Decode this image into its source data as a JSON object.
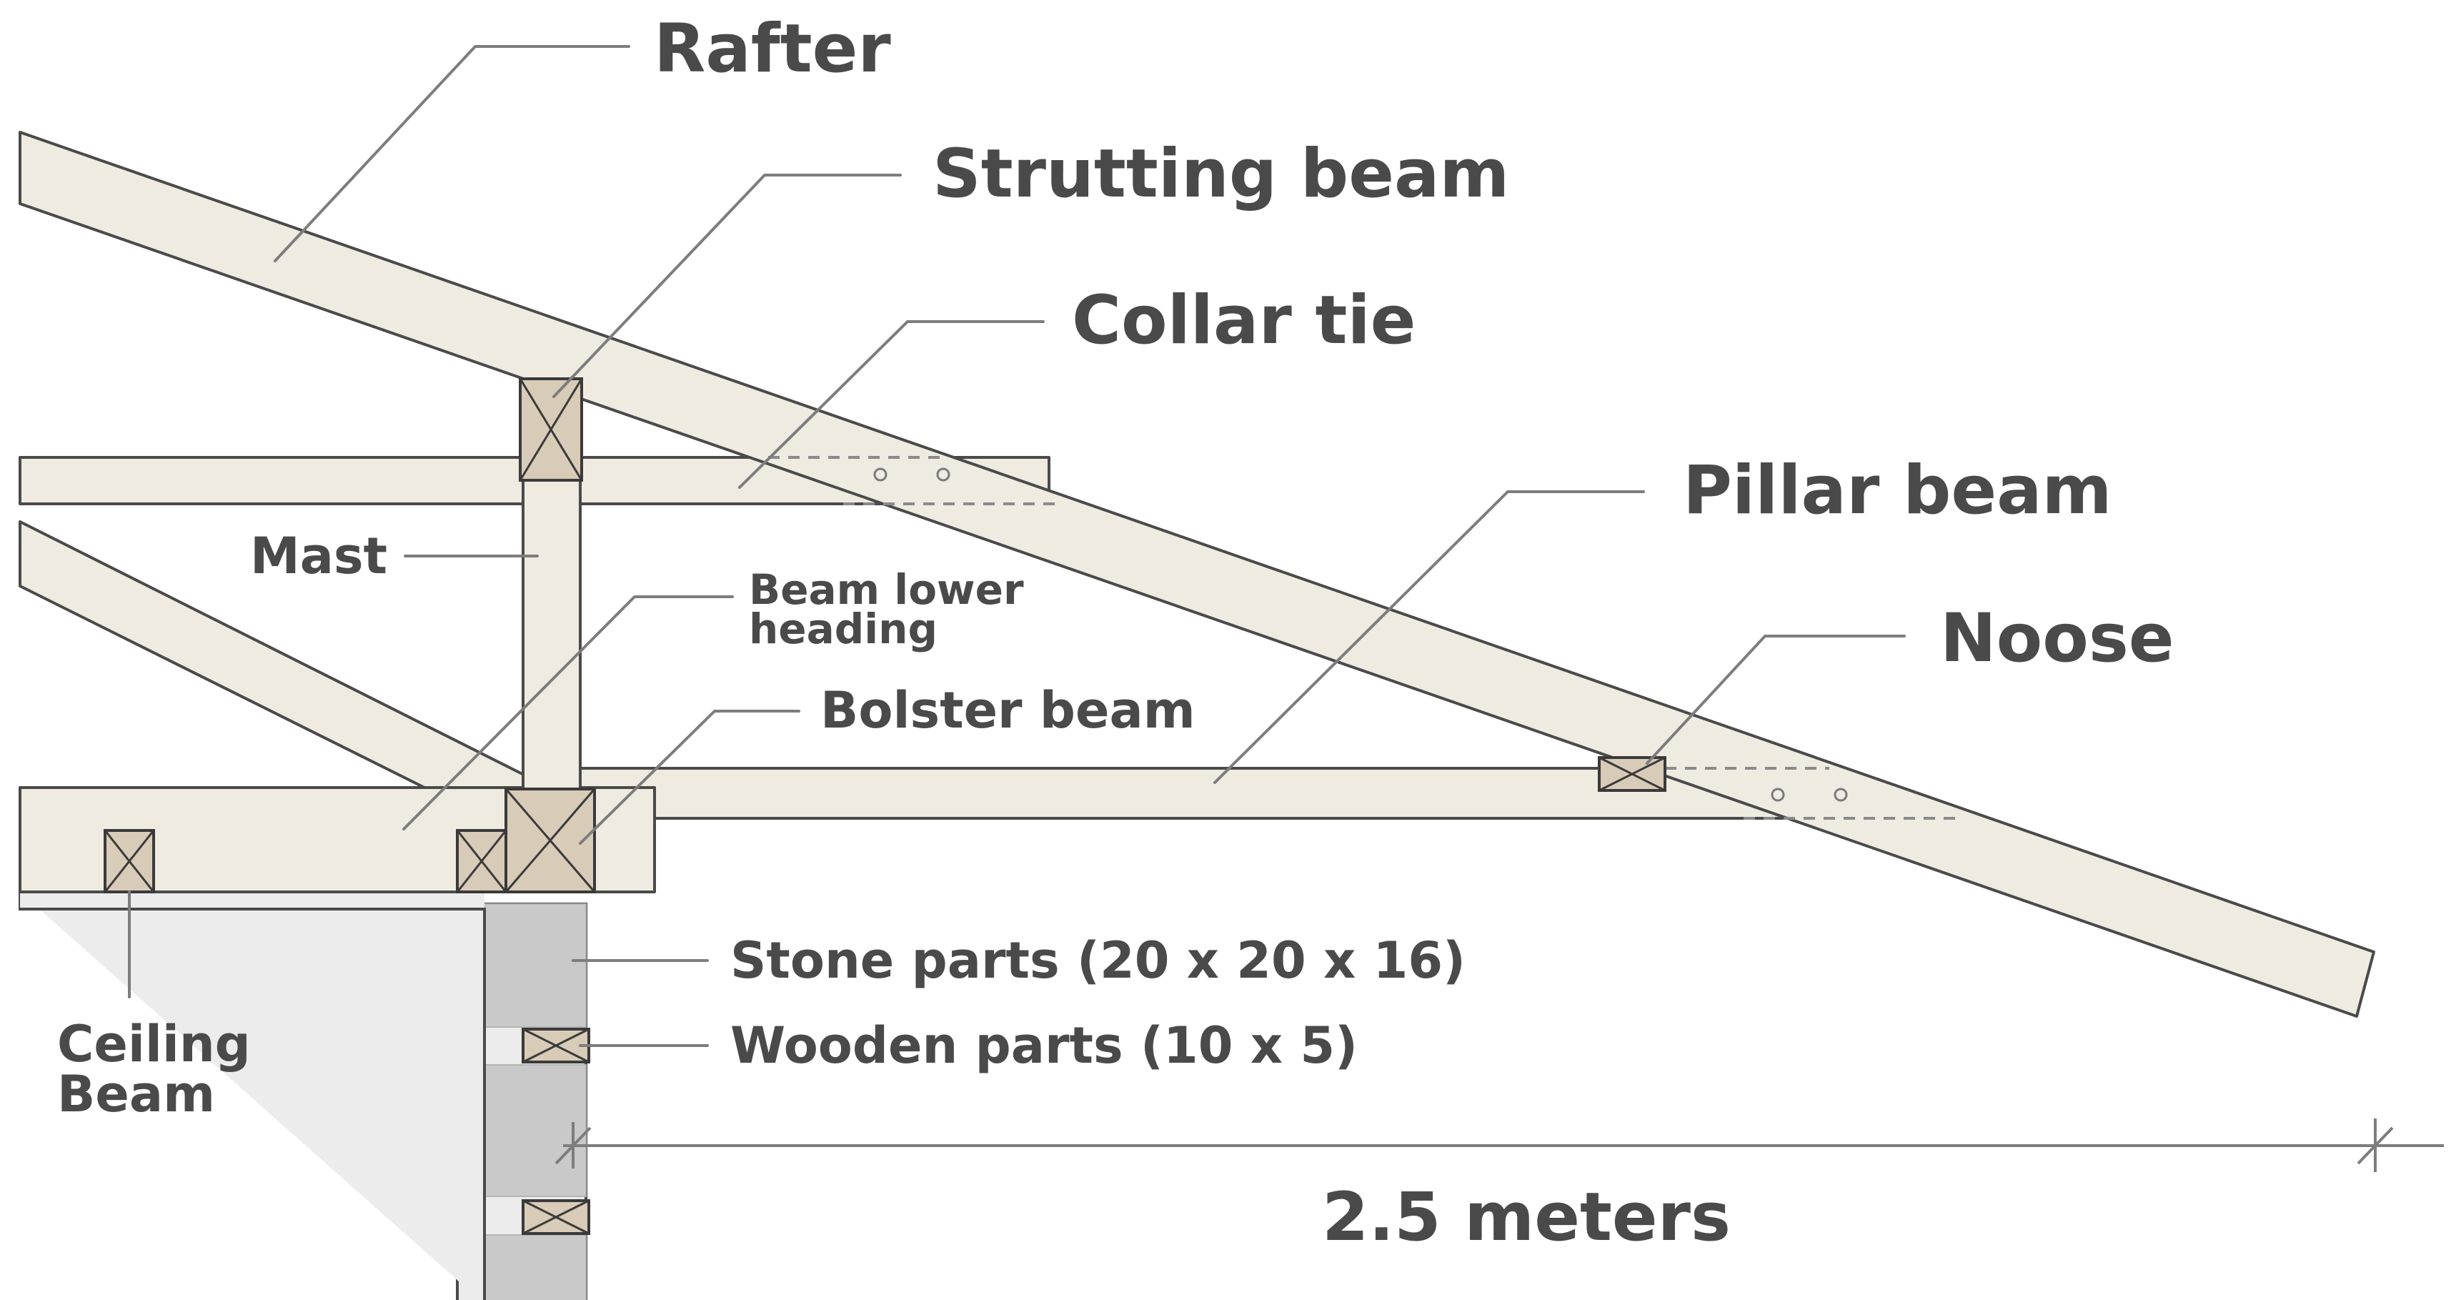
{
  "labels": {
    "rafter": "Rafter",
    "strutting_beam": "Strutting beam",
    "collar_tie": "Collar tie",
    "pillar_beam": "Pillar beam",
    "noose": "Noose",
    "mast": "Mast",
    "beam_lower_heading_line1": "Beam lower",
    "beam_lower_heading_line2": "heading",
    "bolster_beam": "Bolster beam",
    "stone_parts": "Stone parts (20 x 20 x 16)",
    "wooden_parts": "Wooden parts (10 x 5)",
    "ceiling_beam_line1": "Ceiling",
    "ceiling_beam_line2": "Beam",
    "dimension": "2.5 meters"
  },
  "colors": {
    "wood": "#f0ebe1",
    "wood_block": "#d8cbb8",
    "stone": "#c9c9c9",
    "outline": "#4a4a4a",
    "leader": "#7d7d7d",
    "text": "#4a4a4a"
  }
}
